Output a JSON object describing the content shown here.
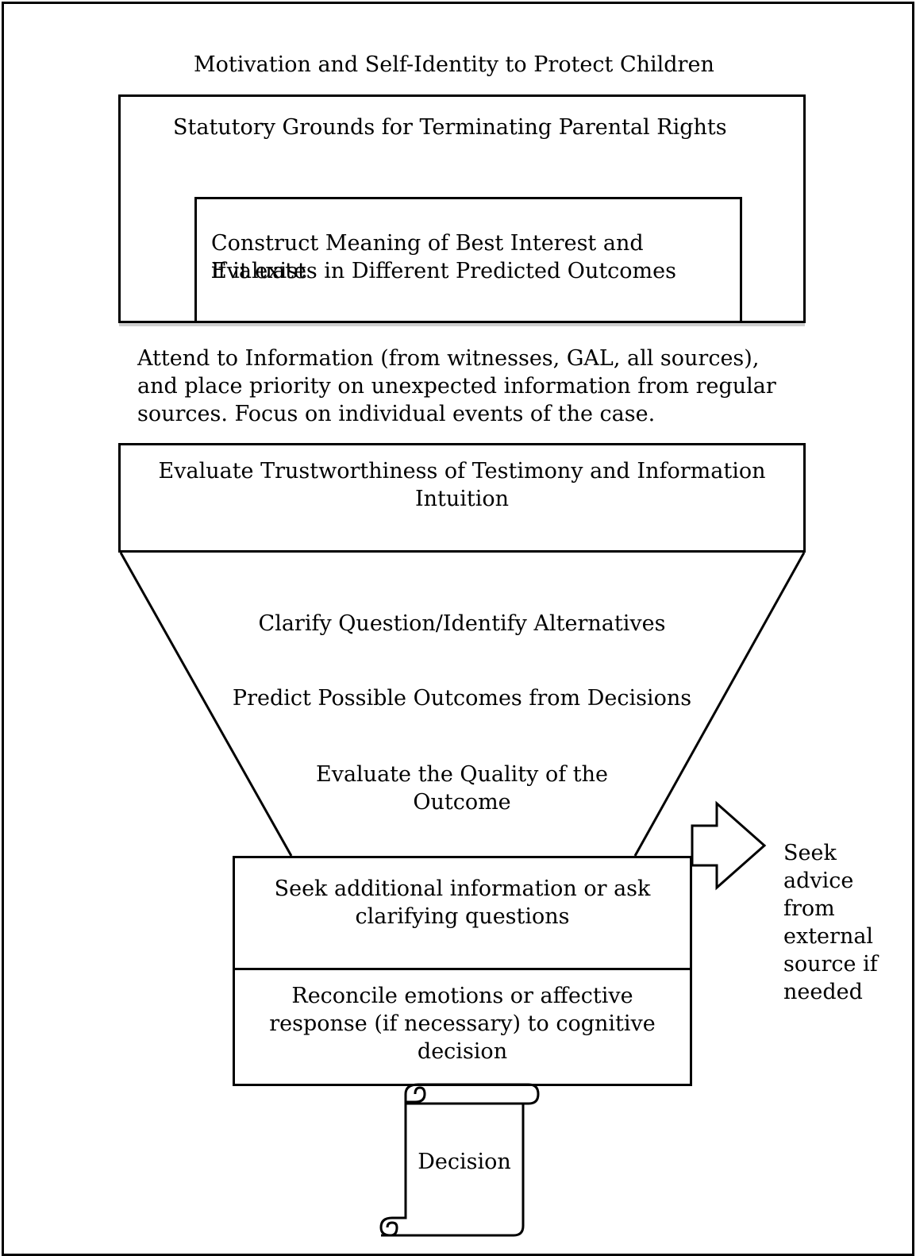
{
  "diagram": {
    "motivation_label": "Motivation and Self-Identity to Protect Children",
    "statutory_label": "Statutory Grounds for Terminating Parental Rights",
    "best_interest_label_line1": "Construct Meaning of Best Interest and Evaluate",
    "best_interest_label_line2": "if it exists in Different Predicted Outcomes",
    "attend_line1": "Attend to Information (from witnesses, GAL, all sources),",
    "attend_line2": "and place priority on unexpected information from regular",
    "attend_line3": "sources.  Focus on individual events of the case.",
    "trust_line1": "Evaluate Trustworthiness of Testimony and Information",
    "trust_line2": "Intuition",
    "funnel_step1": "Clarify Question/Identify Alternatives",
    "funnel_step2": "Predict Possible Outcomes from Decisions",
    "funnel_step3_line1": "Evaluate the Quality of the",
    "funnel_step3_line2": "Outcome",
    "seek_info_line1": "Seek additional information or ask",
    "seek_info_line2": "clarifying questions",
    "reconcile_line1": "Reconcile emotions or affective",
    "reconcile_line2": "response (if necessary) to cognitive",
    "reconcile_line3": "decision",
    "advice_lines": [
      "Seek",
      "advice",
      "from",
      "external",
      "source if",
      "needed"
    ],
    "decision_label": "Decision"
  }
}
